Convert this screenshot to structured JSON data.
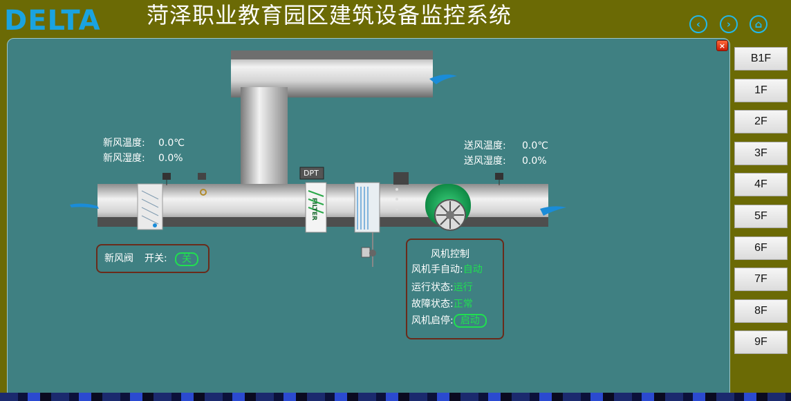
{
  "header": {
    "brand": "DELTA",
    "title": "菏泽职业教育园区建筑设备监控系统"
  },
  "nav": {
    "back_icon": "chevron-left-icon",
    "forward_icon": "chevron-right-icon",
    "home_icon": "home-icon",
    "back_glyph": "‹",
    "forward_glyph": "›",
    "home_glyph": "⌂"
  },
  "close_glyph": "×",
  "floors": [
    "B1F",
    "1F",
    "2F",
    "3F",
    "4F",
    "5F",
    "6F",
    "7F",
    "8F",
    "9F"
  ],
  "fresh_air": {
    "temp_label": "新风温度:",
    "temp_value": "0.0℃",
    "hum_label": "新风湿度:",
    "hum_value": "0.0%"
  },
  "supply_air": {
    "temp_label": "送风温度:",
    "temp_value": "0.0℃",
    "hum_label": "送风湿度:",
    "hum_value": "0.0%"
  },
  "damper": {
    "label": "新风阀",
    "switch_label": "开关:",
    "switch_value": "关"
  },
  "fan": {
    "title": "风机控制",
    "mode_label": "风机手自动:",
    "mode_value": "自动",
    "run_label": "运行状态:",
    "run_value": "运行",
    "fault_label": "故障状态:",
    "fault_value": "正常",
    "start_label": "风机启停:",
    "start_value": "启动"
  },
  "diagram": {
    "dpt_label": "DPT",
    "filter_label": "FILTER"
  },
  "colors": {
    "background": "#6b6a05",
    "panel": "#3f8082",
    "accent_green": "#20e050",
    "nav_blue": "#23b8ea"
  }
}
